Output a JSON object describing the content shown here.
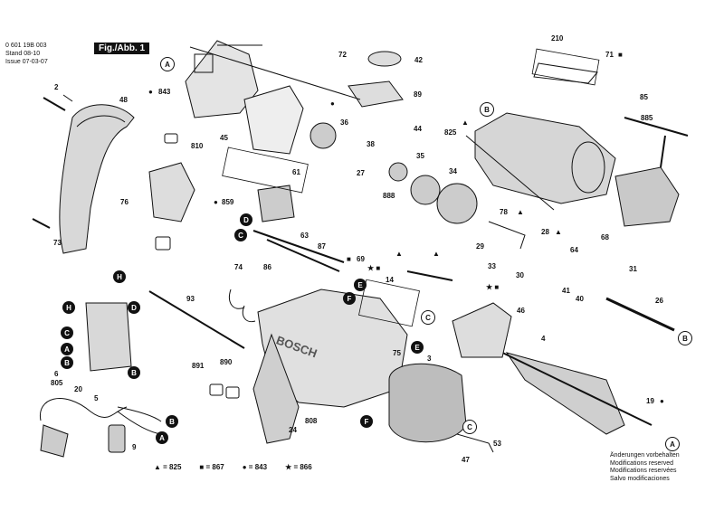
{
  "header": {
    "doc_number": "0 601 19B 003",
    "stand": "Stand",
    "stand_date": "08-10",
    "issue": "Issue",
    "issue_date": "07-03-07",
    "figure": "Fig./Abb. 1"
  },
  "part_numbers": [
    "2",
    "3",
    "4",
    "5",
    "6",
    "9",
    "14",
    "19",
    "20",
    "24",
    "26",
    "27",
    "28",
    "29",
    "30",
    "31",
    "33",
    "34",
    "35",
    "36",
    "38",
    "40",
    "41",
    "42",
    "44",
    "45",
    "46",
    "47",
    "48",
    "53",
    "61",
    "63",
    "64",
    "68",
    "69",
    "71",
    "72",
    "73",
    "74",
    "75",
    "76",
    "78",
    "85",
    "86",
    "87",
    "89",
    "93",
    "210",
    "805",
    "808",
    "810",
    "825",
    "843",
    "859",
    "885",
    "888",
    "890",
    "891"
  ],
  "reference_letters": [
    "A",
    "B",
    "C",
    "D",
    "E",
    "F",
    "H"
  ],
  "legend": [
    {
      "symbol": "▲",
      "code": "825"
    },
    {
      "symbol": "■",
      "code": "867"
    },
    {
      "symbol": "●",
      "code": "843"
    },
    {
      "symbol": "★",
      "code": "866"
    }
  ],
  "notes": [
    "Änderungen vorbehalten",
    "Modifications reserved",
    "Modifications reservées",
    "Salvo modificaciones"
  ],
  "brand": "BOSCH"
}
